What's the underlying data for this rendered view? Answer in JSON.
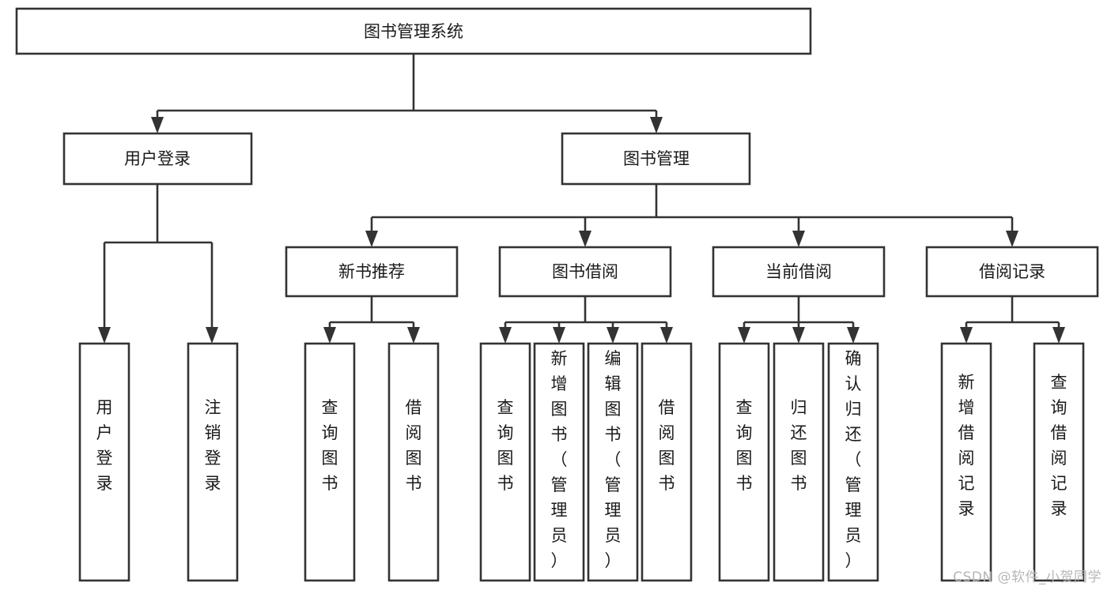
{
  "diagram": {
    "type": "tree-hierarchy",
    "title": "图书管理系统",
    "orientation": "top-down",
    "levels": 4,
    "root": {
      "id": "root",
      "label": "图书管理系统",
      "orient": "horizontal"
    },
    "level2": [
      {
        "id": "user-login",
        "label": "用户登录",
        "orient": "horizontal"
      },
      {
        "id": "book-management",
        "label": "图书管理",
        "orient": "horizontal"
      }
    ],
    "level3": [
      {
        "id": "new-book-recommend",
        "label": "新书推荐",
        "orient": "horizontal",
        "parent": "book-management"
      },
      {
        "id": "book-borrow",
        "label": "图书借阅",
        "orient": "horizontal",
        "parent": "book-management"
      },
      {
        "id": "current-borrow",
        "label": "当前借阅",
        "orient": "horizontal",
        "parent": "book-management"
      },
      {
        "id": "borrow-record",
        "label": "借阅记录",
        "orient": "horizontal",
        "parent": "book-management"
      }
    ],
    "leaves": [
      {
        "id": "leaf-user-login",
        "label": "用户登录",
        "orient": "vertical",
        "parent": "user-login"
      },
      {
        "id": "leaf-user-logout",
        "label": "注销登录",
        "orient": "vertical",
        "parent": "user-login"
      },
      {
        "id": "leaf-query-book-1",
        "label": "查询图书",
        "orient": "vertical",
        "parent": "new-book-recommend"
      },
      {
        "id": "leaf-borrow-book-1",
        "label": "借阅图书",
        "orient": "vertical",
        "parent": "new-book-recommend"
      },
      {
        "id": "leaf-query-book-2",
        "label": "查询图书",
        "orient": "vertical",
        "parent": "book-borrow"
      },
      {
        "id": "leaf-add-book",
        "label": "新增图书（管理员）",
        "orient": "vertical",
        "parent": "book-borrow"
      },
      {
        "id": "leaf-edit-book",
        "label": "编辑图书（管理员）",
        "orient": "vertical",
        "parent": "book-borrow"
      },
      {
        "id": "leaf-borrow-book-2",
        "label": "借阅图书",
        "orient": "vertical",
        "parent": "book-borrow"
      },
      {
        "id": "leaf-query-book-3",
        "label": "查询图书",
        "orient": "vertical",
        "parent": "current-borrow"
      },
      {
        "id": "leaf-return-book",
        "label": "归还图书",
        "orient": "vertical",
        "parent": "current-borrow"
      },
      {
        "id": "leaf-confirm-return",
        "label": "确认归还（管理员）",
        "orient": "vertical",
        "parent": "current-borrow"
      },
      {
        "id": "leaf-add-record",
        "label": "新增借阅记录",
        "orient": "vertical",
        "parent": "borrow-record"
      },
      {
        "id": "leaf-query-record",
        "label": "查询借阅记录",
        "orient": "vertical",
        "parent": "borrow-record"
      }
    ],
    "colors": {
      "box_stroke": "#333333",
      "box_fill": "#ffffff",
      "text": "#1a1a1a",
      "background": "#ffffff",
      "watermark": "#b6b6b6"
    }
  },
  "watermark": {
    "text": "CSDN @软件_小贺同学"
  }
}
